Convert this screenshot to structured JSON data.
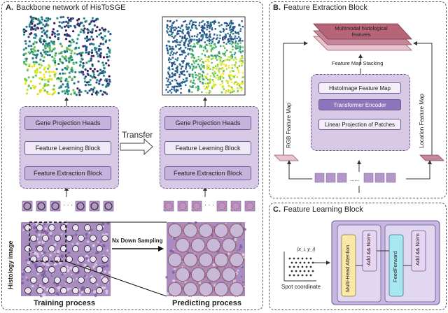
{
  "panelA": {
    "letter": "A.",
    "title": "Backbone network of HisToSGE",
    "blocks": [
      "Gene Projection  Heads",
      "Feature Learning  Block",
      "Feature Extraction  Block"
    ],
    "transfer_label": "Transfer",
    "sampling_label": "Nx Down Sampling",
    "histology_label": "Histology image",
    "training_label": "Training process",
    "predicting_label": "Predicting process",
    "ellipsis": "....."
  },
  "panelB": {
    "letter": "B.",
    "title": "Feature Extraction  Block",
    "output_label": "Multimodal histological features",
    "stacking_label": "Feature Map Stacking",
    "inner_blocks": [
      "HistoImage Feature Map",
      "Transformer Encoder",
      "Linear Projection of Patches"
    ],
    "rgb_label": "RGB Feature Map",
    "location_label": "Location Feature Map",
    "ellipsis": "......"
  },
  "panelC": {
    "letter": "C.",
    "title": "Feature Learning  Block",
    "coord_label": "(x_i, y_i)",
    "spot_label": "Spot coordinate",
    "attention": "Multi-Head Attention",
    "addnorm1": "Add && Norm",
    "feedforward": "FeedForward",
    "addnorm2": "Add && Norm"
  },
  "colors": {
    "purple_light": "#e9e2f2",
    "purple_mid": "#b9a5d6",
    "purple_dark": "#7a62a8",
    "pink": "#e8a0a8",
    "yellow": "#fbe8a6",
    "cyan": "#a8e6f0",
    "green": "#b8dca0",
    "tissue": "#b596c8",
    "red_circle": "#d9505a"
  }
}
